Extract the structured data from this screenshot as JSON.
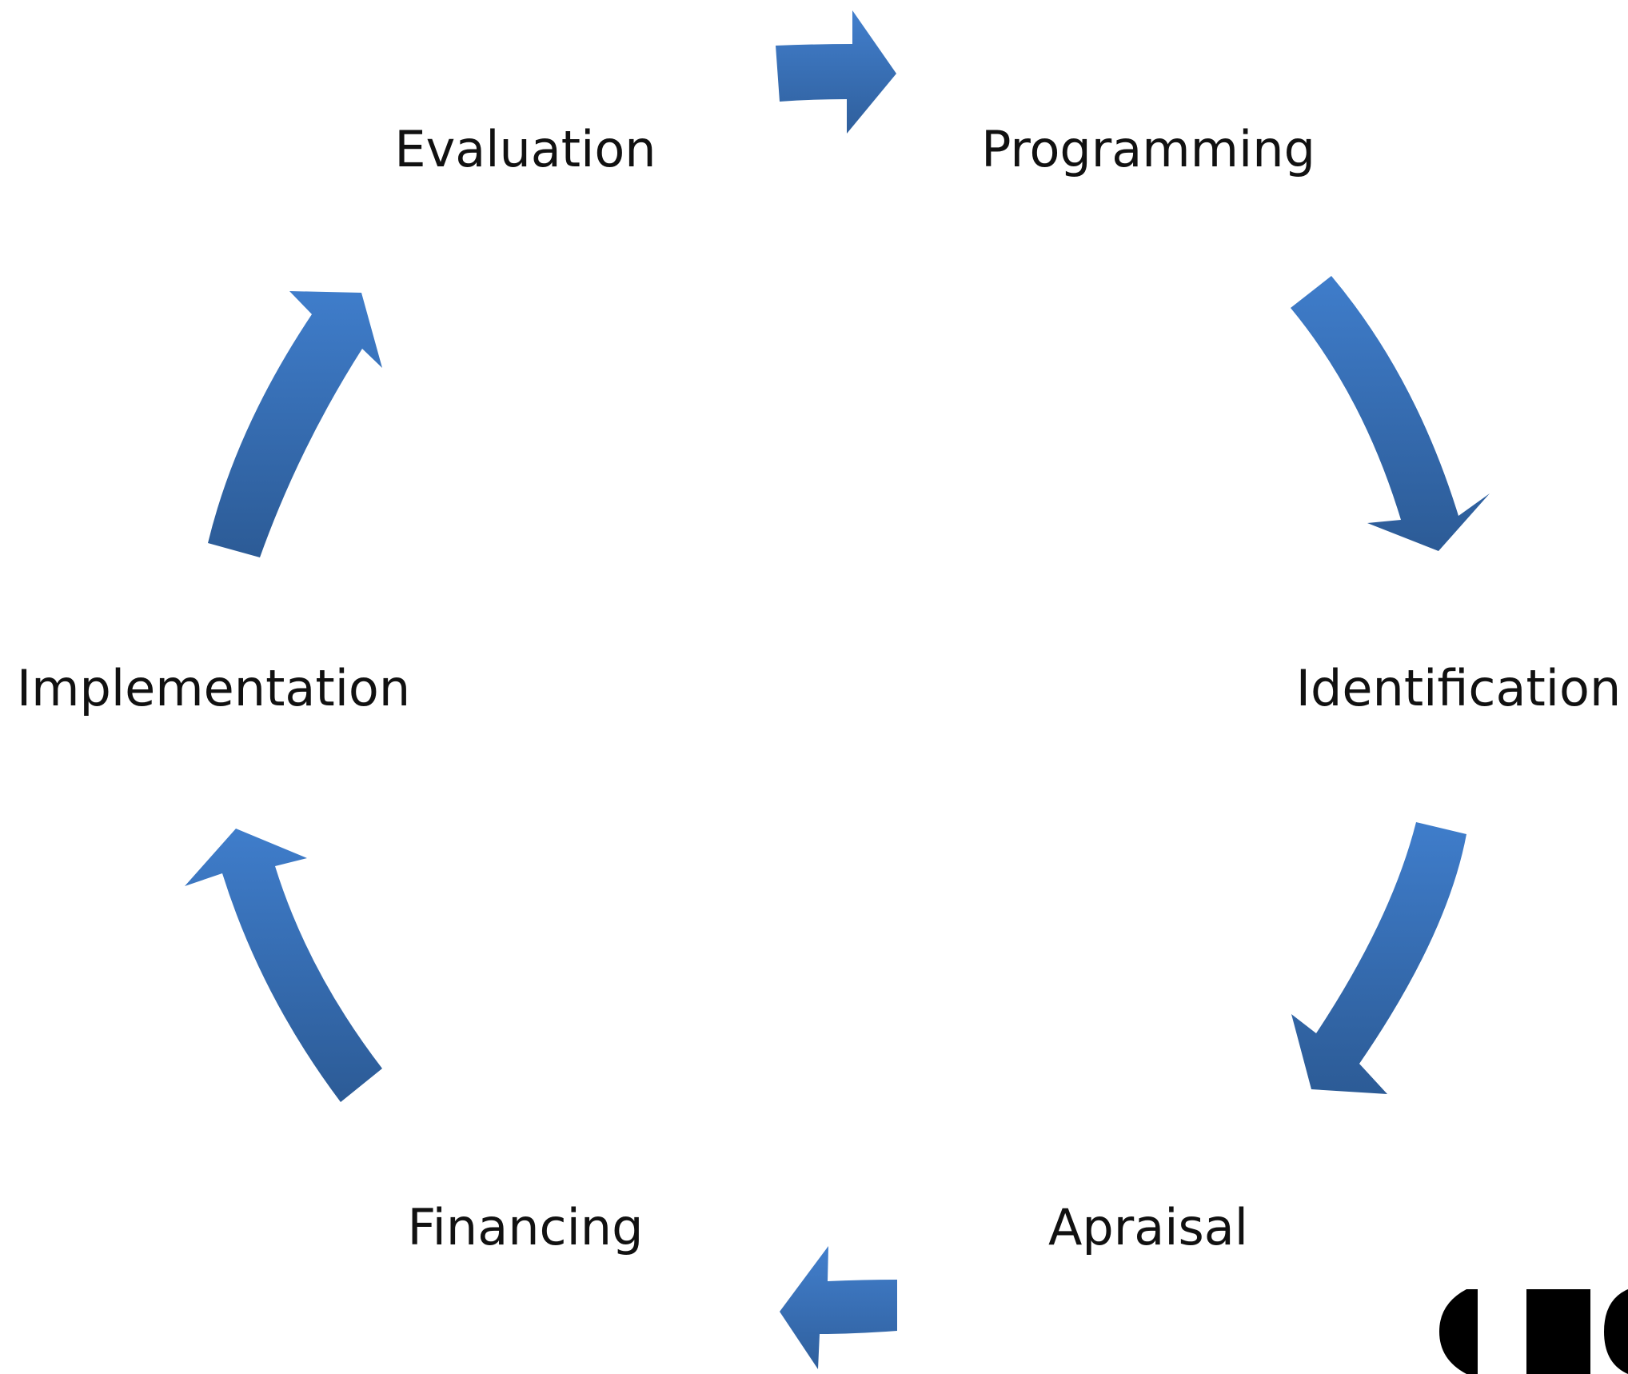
{
  "stages": {
    "evaluation": "Evaluation",
    "programming": "Programming",
    "identification": "Identification",
    "apraisal": "Apraisal",
    "financing": "Financing",
    "implementation": "Implementation"
  },
  "colors": {
    "arrow_light": "#3f7dcb",
    "arrow_dark": "#2c5b96",
    "text": "#111111",
    "logo": "#000000"
  }
}
